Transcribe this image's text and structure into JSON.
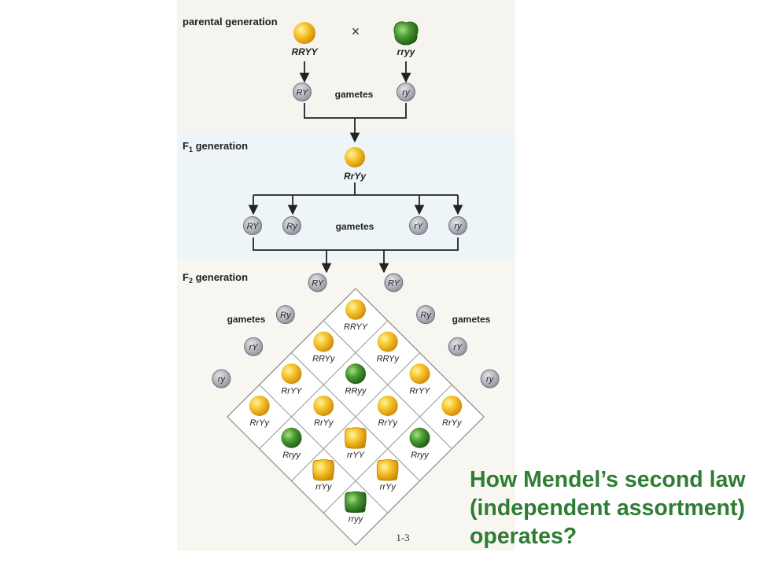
{
  "labels": {
    "parental_generation": "parental generation",
    "f1_letter": "F",
    "f1_sub": "1",
    "f1_rest": " generation",
    "f2_letter": "F",
    "f2_sub": "2",
    "f2_rest": " generation",
    "gametes": "gametes",
    "cross_symbol": "×"
  },
  "parents": [
    {
      "genotype": "RRYY",
      "phenotype": "yellow round"
    },
    {
      "genotype": "rryy",
      "phenotype": "green wrinkled"
    }
  ],
  "parent_gametes": [
    "RY",
    "ry"
  ],
  "f1": {
    "genotype": "RrYy",
    "phenotype": "yellow round"
  },
  "f1_gametes": [
    "RY",
    "Ry",
    "rY",
    "ry"
  ],
  "f2_gametes": [
    "RY",
    "Ry",
    "rY",
    "ry"
  ],
  "punnett_rows": [
    [
      {
        "genotype": "RRYY",
        "phenotype": "yellow round"
      },
      {
        "genotype": "RRYy",
        "phenotype": "yellow round"
      },
      {
        "genotype": "RrYY",
        "phenotype": "yellow round"
      },
      {
        "genotype": "RrYy",
        "phenotype": "yellow round"
      }
    ],
    [
      {
        "genotype": "RRYy",
        "phenotype": "yellow round"
      },
      {
        "genotype": "RRyy",
        "phenotype": "green round"
      },
      {
        "genotype": "RrYy",
        "phenotype": "yellow round"
      },
      {
        "genotype": "Rryy",
        "phenotype": "green round"
      }
    ],
    [
      {
        "genotype": "RrYY",
        "phenotype": "yellow round"
      },
      {
        "genotype": "RrYy",
        "phenotype": "yellow round"
      },
      {
        "genotype": "rrYY",
        "phenotype": "yellow wrinkled"
      },
      {
        "genotype": "rrYy",
        "phenotype": "yellow wrinkled"
      }
    ],
    [
      {
        "genotype": "RrYy",
        "phenotype": "yellow round"
      },
      {
        "genotype": "Rryy",
        "phenotype": "green round"
      },
      {
        "genotype": "rrYy",
        "phenotype": "yellow wrinkled"
      },
      {
        "genotype": "rryy",
        "phenotype": "green wrinkled"
      }
    ]
  ],
  "page_number": "1-3",
  "caption": "How Mendel’s second law (independent assortment) operates?",
  "colors": {
    "caption": "#2e7d32",
    "yellow_pea": "#f4b820",
    "green_pea": "#3f8f2c",
    "gamete_fill": "#a9abb4"
  }
}
